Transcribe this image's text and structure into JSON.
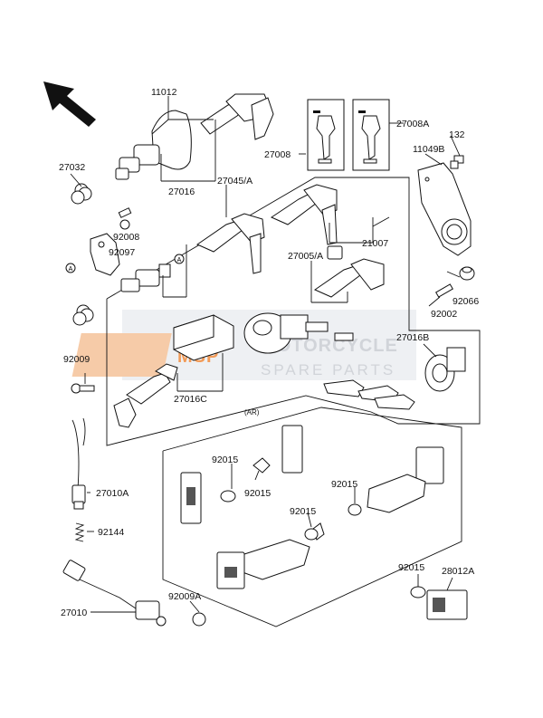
{
  "parts": {
    "p11012": "11012",
    "p27032": "27032",
    "p27016": "27016",
    "p27045A": "27045/A",
    "p27008": "27008",
    "p27008A": "27008A",
    "p132": "132",
    "p11049B": "11049B",
    "p92008": "92008",
    "p92097": "92097",
    "p21007": "21007",
    "p27005A": "27005/A",
    "p92066": "92066",
    "p92002": "92002",
    "p27016B": "27016B",
    "p92009": "92009",
    "p27016C": "27016C",
    "p92015_a": "92015",
    "p92015_b": "92015",
    "p92015_c": "92015",
    "p92015_d": "92015",
    "p92015_e": "92015",
    "p27010A": "27010A",
    "p92144": "92144",
    "p27010": "27010",
    "p92009A": "92009A",
    "p28012A": "28012A"
  },
  "variant_label": "(AR)",
  "circle_marker": "A",
  "watermark": {
    "brand": "MSP",
    "title": "MOTORCYCLE",
    "subtitle": "SPARE PARTS"
  }
}
